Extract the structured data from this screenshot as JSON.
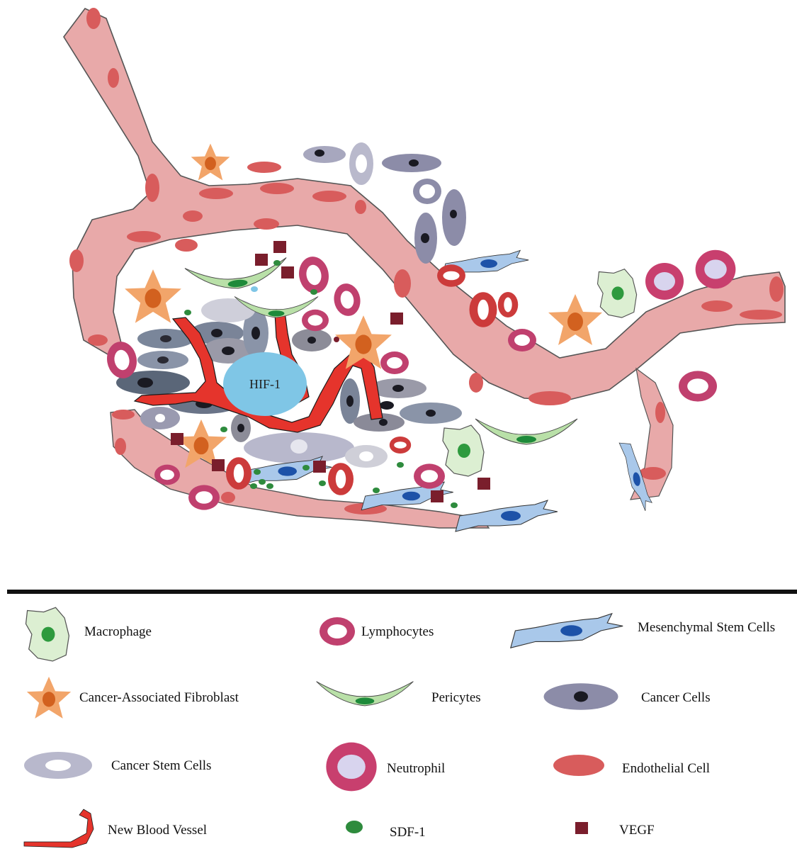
{
  "diagram": {
    "center_label": "HIF-1"
  },
  "legend": {
    "items": [
      {
        "key": "macrophage",
        "label": "Macrophage"
      },
      {
        "key": "lymphocytes",
        "label": "Lymphocytes"
      },
      {
        "key": "msc",
        "label": "Mesenchymal Stem Cells"
      },
      {
        "key": "caf",
        "label": "Cancer-Associated Fibroblast"
      },
      {
        "key": "pericytes",
        "label": "Pericytes"
      },
      {
        "key": "cancer",
        "label": "Cancer Cells"
      },
      {
        "key": "csc",
        "label": "Cancer Stem Cells"
      },
      {
        "key": "neutrophil",
        "label": "Neutrophil"
      },
      {
        "key": "endothelial",
        "label": "Endothelial Cell"
      },
      {
        "key": "vessel",
        "label": "New Blood Vessel"
      },
      {
        "key": "sdf1",
        "label": "SDF-1"
      },
      {
        "key": "vegf",
        "label": "VEGF"
      }
    ]
  },
  "colors": {
    "vessel_fill": "#e8a9a9",
    "vessel_outline": "#555555",
    "endothelial": "#d85c5c",
    "new_vessel": "#e5342c",
    "hif": "#7fc6e6",
    "lymphocyte": "#c0406e",
    "neutrophil_ring": "#c83f6e",
    "neutrophil_core": "#d8d4ee",
    "caf_star": "#f2a56a",
    "caf_nucleus": "#d2611f",
    "pericyte": "#b9e0a8",
    "pericyte_nucleus": "#1e8a3a",
    "macrophage": "#dcefd2",
    "msc": "#a9c8ea",
    "msc_nucleus": "#1d52a8",
    "cancer_cell": "#8c8ca8",
    "cancer_cell_dark": "#5a6678",
    "stem_cell": "#b8b8cc",
    "sdf1": "#2e8b3d",
    "vegf": "#7a1e2c",
    "divider": "#111111"
  }
}
